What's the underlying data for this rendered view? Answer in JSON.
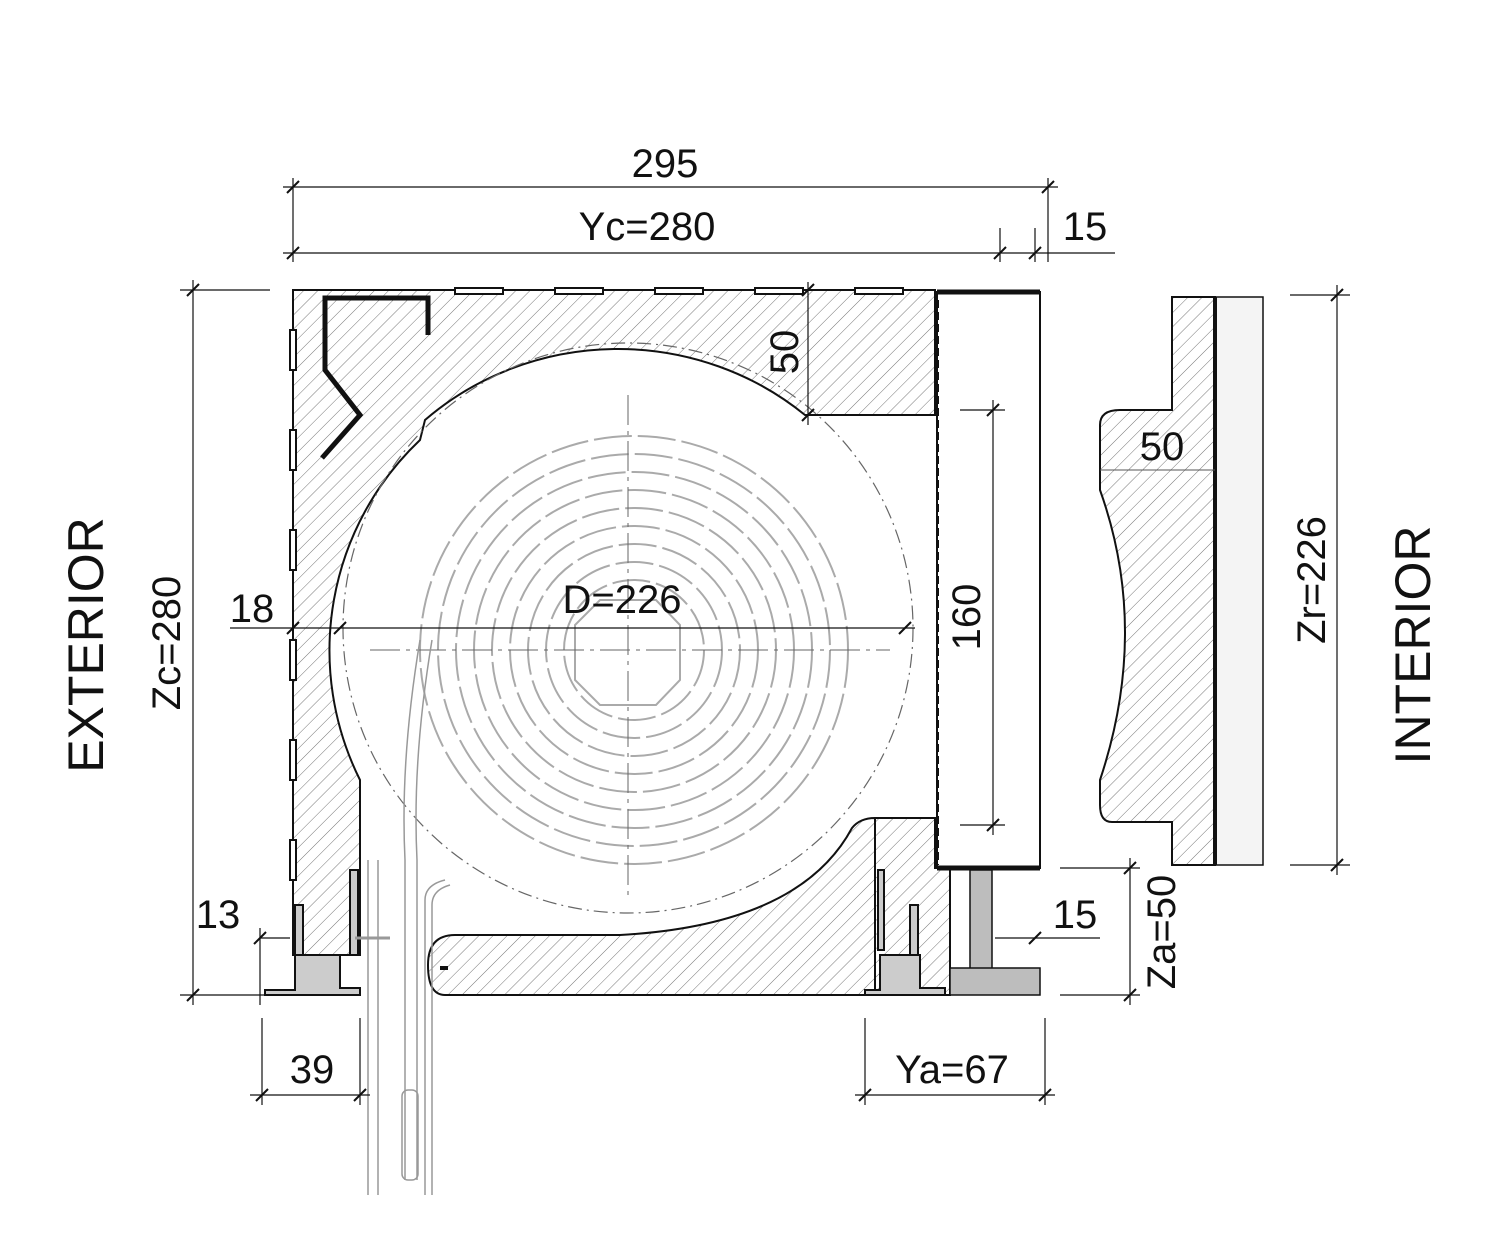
{
  "labels": {
    "overall_width": "295",
    "yc": "Yc=280",
    "offset_top": "15",
    "top_thickness": "50",
    "side_thickness": "50",
    "opening": "160",
    "diameter": "D=226",
    "wall_left": "18",
    "zc": "Zc=280",
    "zr": "Zr=226",
    "exterior": "EXTERIOR",
    "interior": "INTERIOR",
    "bottom_left": "13",
    "bottom_right": "15",
    "za": "Za=50",
    "guide_width": "39",
    "ya": "Ya=67"
  },
  "colors": {
    "line": "#111111",
    "hatch": "#555555",
    "coil": "#aaaaaa",
    "steel": "#bdbdbd"
  }
}
